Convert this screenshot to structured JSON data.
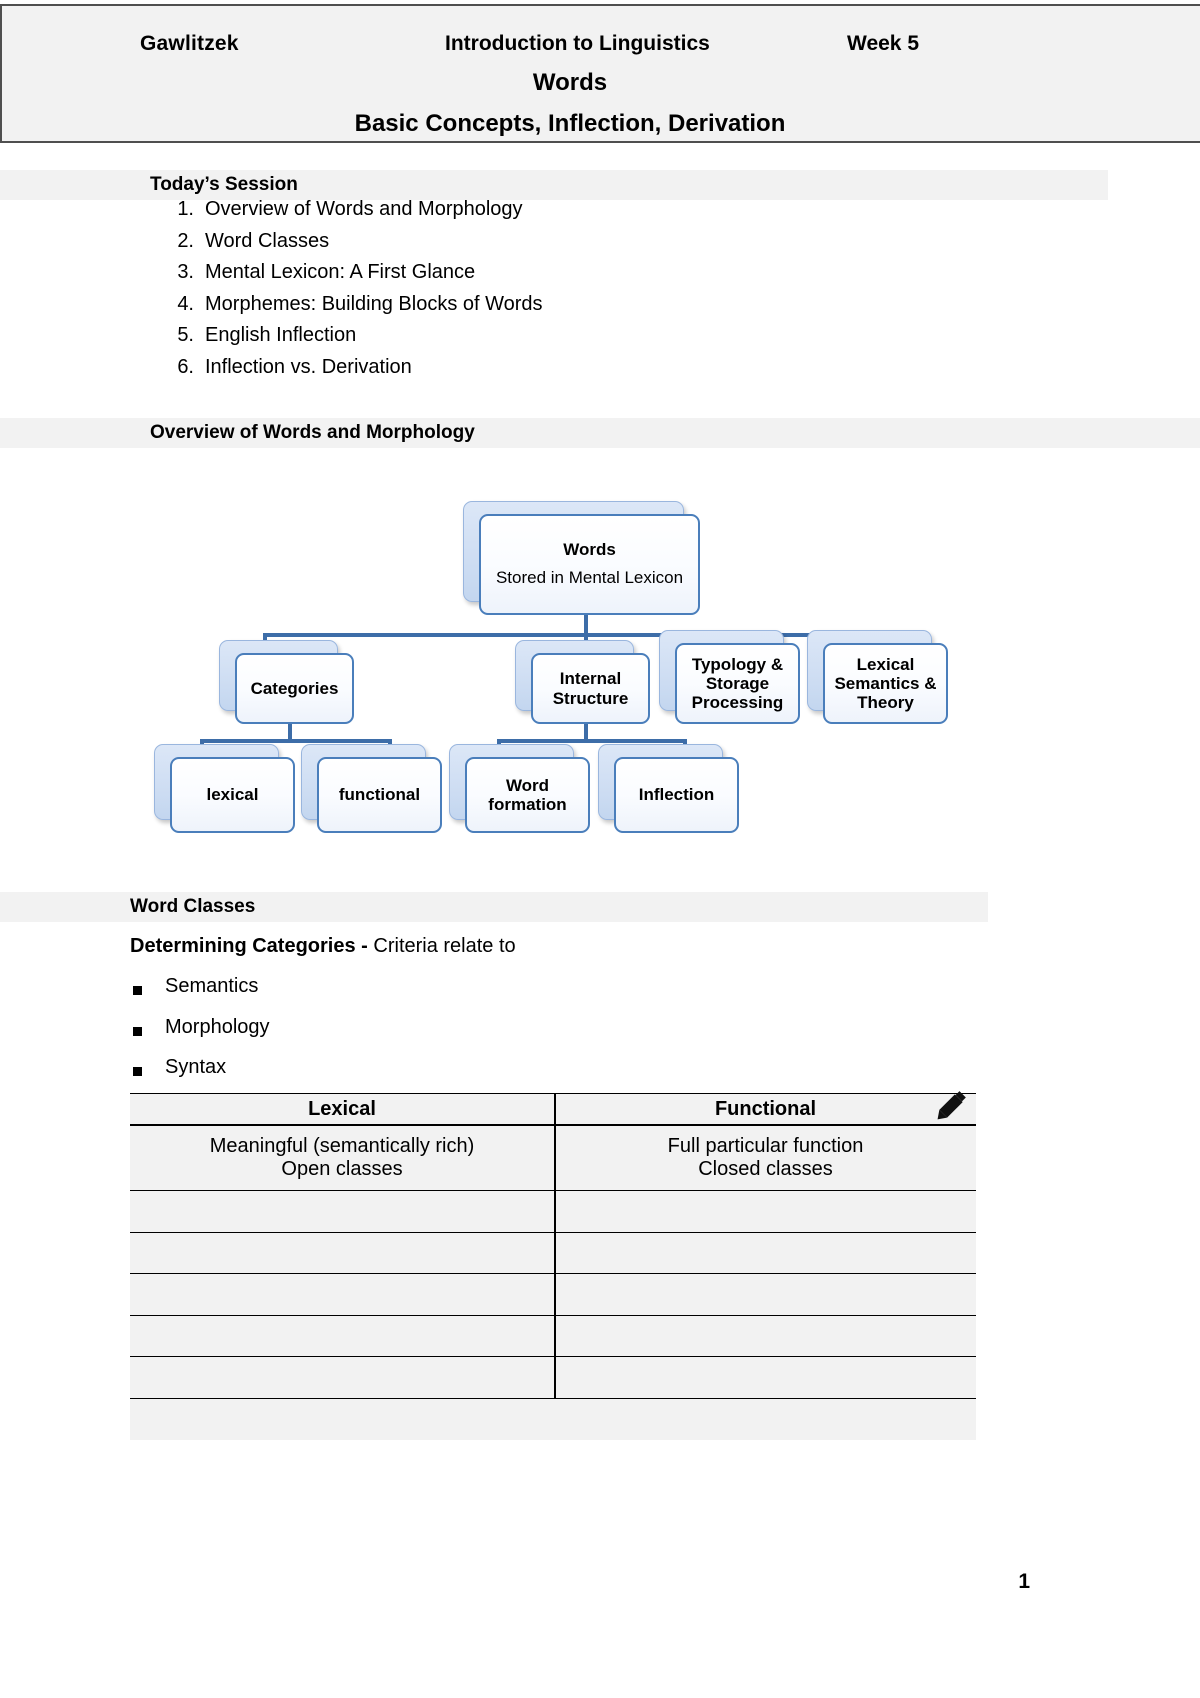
{
  "header": {
    "author": "Gawlitzek",
    "course": "Introduction to Linguistics",
    "week": "Week 5",
    "title_line1": "Words",
    "title_line2": "Basic Concepts, Inflection, Derivation"
  },
  "sections": {
    "session_heading": "Today’s Session",
    "overview_heading": "Overview of Words and Morphology",
    "word_classes_heading": "Word Classes"
  },
  "session_items": [
    {
      "num": "1.",
      "text": "Overview of Words and Morphology"
    },
    {
      "num": "2.",
      "text": "Word Classes"
    },
    {
      "num": "3.",
      "text": "Mental Lexicon: A First Glance"
    },
    {
      "num": "4.",
      "text": "Morphemes: Building Blocks of Words"
    },
    {
      "num": "5.",
      "text": "English Inflection"
    },
    {
      "num": "6.",
      "text": "Inflection vs. Derivation"
    }
  ],
  "diagram": {
    "root": {
      "title": "Words",
      "subtitle": "Stored in Mental Lexicon"
    },
    "level2": [
      {
        "label": "Categories"
      },
      {
        "label": "Internal Structure"
      },
      {
        "label": "Typology & Storage Processing"
      },
      {
        "label": "Lexical Semantics & Theory"
      }
    ],
    "level3": [
      {
        "label": "lexical"
      },
      {
        "label": "functional"
      },
      {
        "label": "Word formation"
      },
      {
        "label": "Inflection"
      }
    ]
  },
  "word_classes": {
    "determining_bold": "Determining Categories - ",
    "determining_rest": "Criteria relate to",
    "bullets": [
      "Semantics",
      "Morphology",
      "Syntax"
    ],
    "table": {
      "columns": [
        "Lexical",
        "Functional"
      ],
      "rows": [
        {
          "lexical": [
            "Meaningful (semantically rich)",
            "Open classes"
          ],
          "functional": [
            "Full particular function",
            "Closed classes"
          ]
        },
        {
          "lexical": [
            "",
            ""
          ],
          "functional": [
            "",
            ""
          ]
        },
        {
          "lexical": [
            "",
            ""
          ],
          "functional": [
            "",
            ""
          ]
        },
        {
          "lexical": [
            "",
            ""
          ],
          "functional": [
            "",
            ""
          ]
        },
        {
          "lexical": [
            "",
            ""
          ],
          "functional": [
            "",
            ""
          ]
        },
        {
          "lexical": [
            "",
            ""
          ],
          "functional": [
            "",
            ""
          ]
        }
      ],
      "edit_icon": "pencil-icon"
    }
  },
  "footer": {
    "page_number": "1"
  },
  "colors": {
    "band": "#f2f2f2",
    "node_border": "#4a7ebb",
    "connector": "#3d6da8",
    "shadow_fill": "#cfdef3"
  }
}
